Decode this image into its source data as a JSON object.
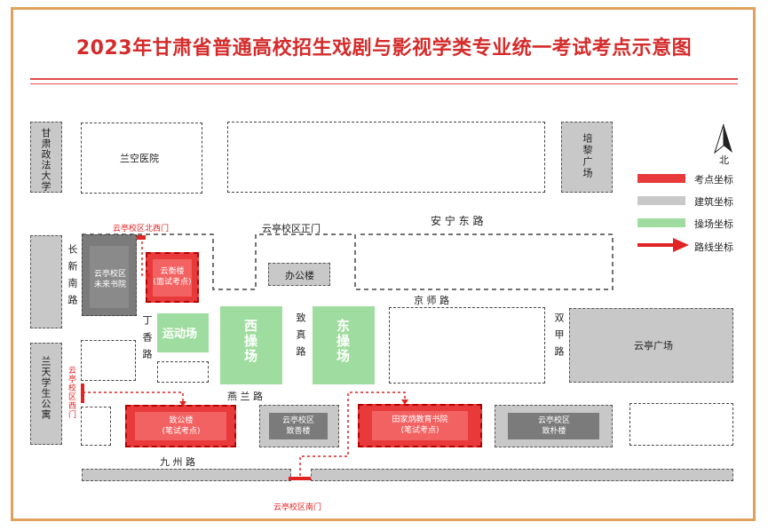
{
  "title": "2023年甘肃省普通高校招生戏剧与影视学类专业统一考试考点示意图",
  "compass": {
    "label": "北"
  },
  "legend": {
    "exam_point": "考点坐标",
    "building": "建筑坐标",
    "field": "操场坐标",
    "route": "路线坐标"
  },
  "colors": {
    "red": "#e83a3a",
    "gray": "#c8c8c8",
    "green": "#9fdc9f",
    "accent": "#d52b2b"
  },
  "buildings": {
    "gansu_politics": "甘肃政法大学",
    "lankong_hospital": "兰空医院",
    "peili_square": "培黎广场",
    "future_academy": "云亭校区\n未来书院",
    "office": "办公楼",
    "yunting_square": "云亭广场",
    "lantian_apartment": "兰天学生公寓",
    "zhishan": "云亭校区\n致善楼",
    "zhipu": "云亭校区\n致朴楼"
  },
  "exam_points": {
    "yunheng": "云衡楼\n(面试考点)",
    "zhigong": "致公楼\n(笔试考点)",
    "tianjiabing": "田家炳教育书院\n(笔试考点)"
  },
  "fields": {
    "sports": "运动场",
    "west": "西操场",
    "east": "东操场"
  },
  "roads": {
    "anning": "安 宁 东 路",
    "jingshi": "京 师 路",
    "changxin": "长新南路",
    "dingxiang": "丁香路",
    "zhizhen": "致真路",
    "shuangjia": "双甲路",
    "yanlan": "燕 兰 路",
    "jiuzhou": "九 州 路"
  },
  "gates": {
    "north_west": "云亭校区北西门",
    "main": "云亭校区正门",
    "west": "云亭校区西门",
    "south": "云亭校区南门"
  }
}
